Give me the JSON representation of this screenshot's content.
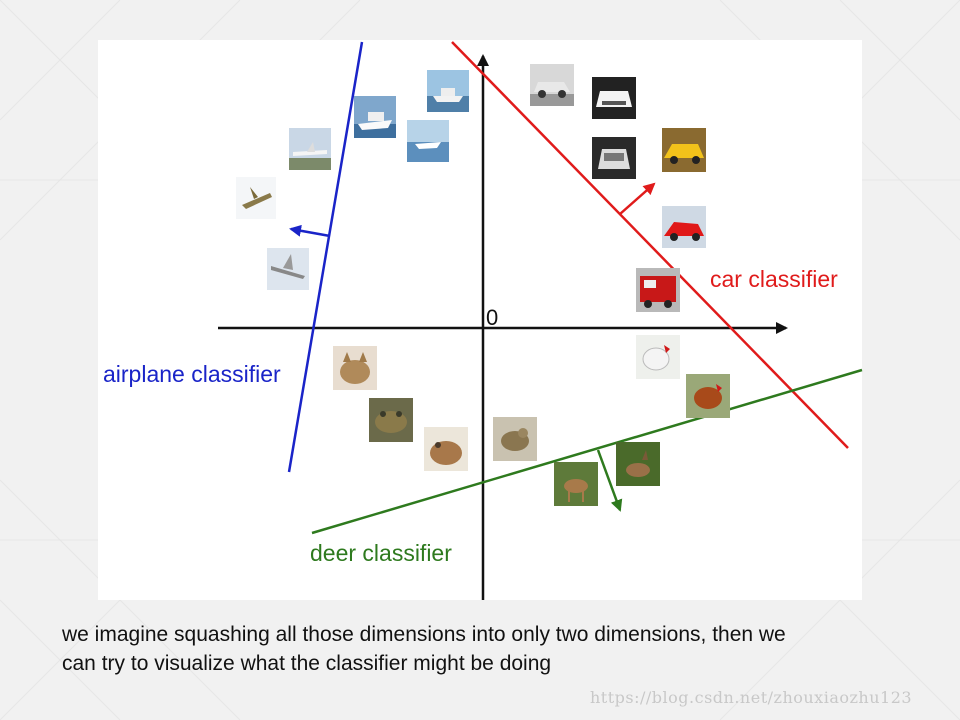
{
  "diagram": {
    "origin_label": "0",
    "classifiers": [
      {
        "id": "car",
        "label": "car classifier",
        "color": "#e01b1b"
      },
      {
        "id": "airplane",
        "label": "airplane classifier",
        "color": "#1a24c8"
      },
      {
        "id": "deer",
        "label": "deer classifier",
        "color": "#2e7a1e"
      }
    ],
    "thumbnails": [
      {
        "name": "ship",
        "category": "ship"
      },
      {
        "name": "ship",
        "category": "ship"
      },
      {
        "name": "ship",
        "category": "ship"
      },
      {
        "name": "airplane",
        "category": "airplane"
      },
      {
        "name": "airplane",
        "category": "airplane"
      },
      {
        "name": "airplane",
        "category": "airplane"
      },
      {
        "name": "car",
        "category": "car"
      },
      {
        "name": "car",
        "category": "car"
      },
      {
        "name": "car",
        "category": "car"
      },
      {
        "name": "car",
        "category": "car"
      },
      {
        "name": "car",
        "category": "car"
      },
      {
        "name": "truck",
        "category": "truck"
      },
      {
        "name": "cat",
        "category": "cat"
      },
      {
        "name": "frog",
        "category": "frog"
      },
      {
        "name": "frog",
        "category": "frog"
      },
      {
        "name": "bird",
        "category": "bird"
      },
      {
        "name": "bird",
        "category": "bird"
      },
      {
        "name": "bird",
        "category": "bird"
      },
      {
        "name": "deer",
        "category": "deer"
      },
      {
        "name": "deer",
        "category": "deer"
      }
    ]
  },
  "caption": {
    "line1": "we imagine squashing all those dimensions into only two dimensions, then we",
    "line2": "can try to visualize what the classifier might be doing"
  },
  "watermark": "https://blog.csdn.net/zhouxiaozhu123"
}
